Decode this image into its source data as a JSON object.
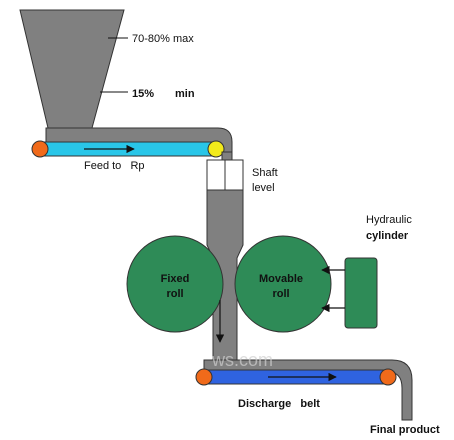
{
  "labels": {
    "max_level": "70-80% max",
    "min_level_value": "15%",
    "min_level_word": "min",
    "feed": "Feed to   Rp",
    "shaft_line1": "Shaft",
    "shaft_line2": "level",
    "hydraulic_line1": "Hydraulic",
    "hydraulic_line2": "cylinder",
    "fixed_roll_line1": "Fixed",
    "fixed_roll_line2": "roll",
    "movable_roll_line1": "Movable",
    "movable_roll_line2": "roll",
    "discharge": "Discharge   belt",
    "final": "Final product",
    "watermark": "ws.com"
  },
  "colors": {
    "material": "#7f7f7f",
    "belt": "#29c6e8",
    "discharge_belt": "#2f63e0",
    "roll": "#2e8b57",
    "cylinder": "#2e8b57",
    "pulley_orange": "#f06a1a",
    "pulley_yellow": "#f2ea1a"
  }
}
